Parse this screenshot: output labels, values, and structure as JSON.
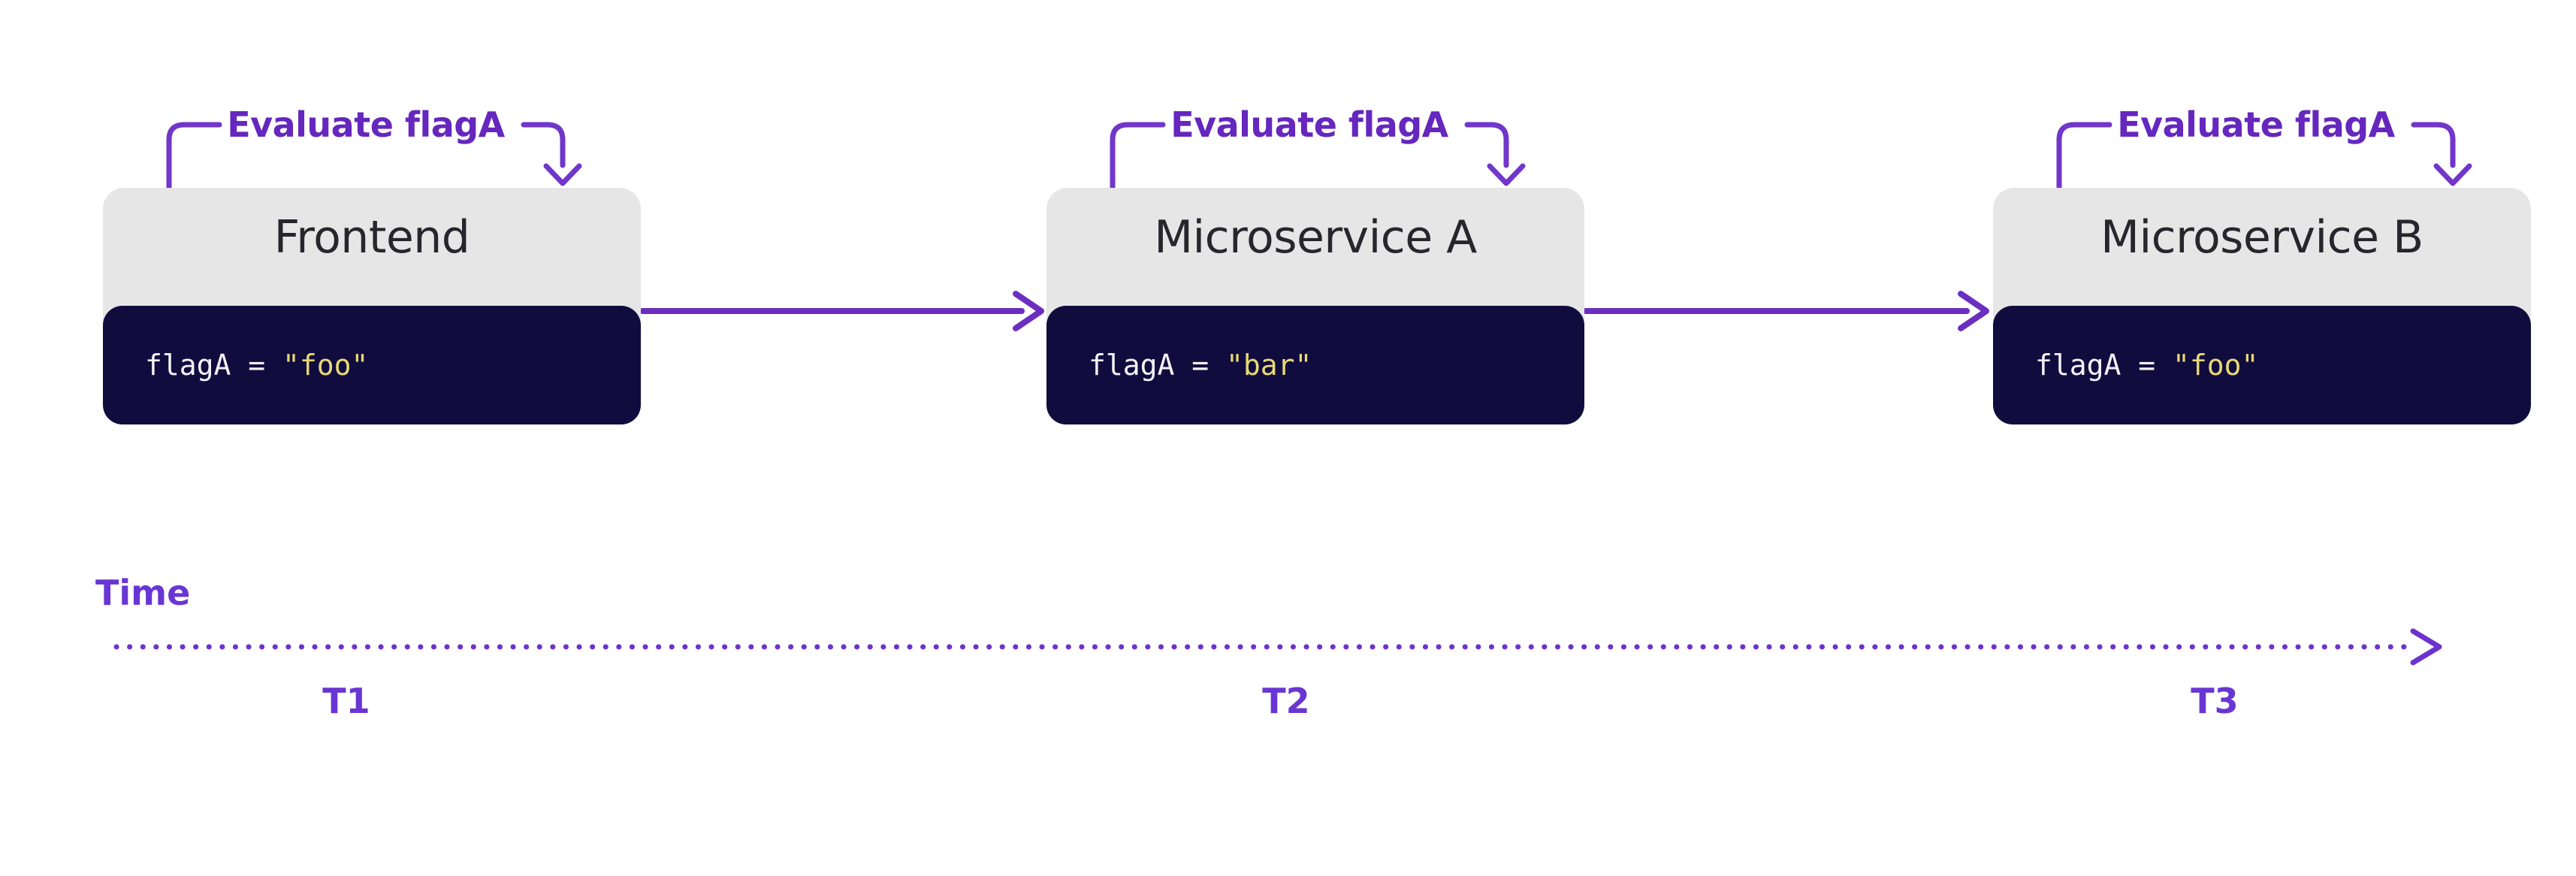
{
  "colors": {
    "background": "#ffffff",
    "card_header_bg": "#e7e6e7",
    "card_code_bg": "#100c3e",
    "title_text": "#27262c",
    "code_text": "#f4f2f7",
    "code_string": "#e8d876",
    "eval_label": "#6527be",
    "bracket_line": "#7136ca",
    "flow_arrow": "#6b2fc0",
    "time_label": "#6936d3",
    "timeline_dots": "#6d32ce"
  },
  "services": [
    {
      "name": "Frontend",
      "annotation": "Evaluate flagA",
      "code_var": "flagA = ",
      "code_value": "\"foo\""
    },
    {
      "name": "Microservice A",
      "annotation": "Evaluate flagA",
      "code_var": "flagA = ",
      "code_value": "\"bar\""
    },
    {
      "name": "Microservice B",
      "annotation": "Evaluate flagA",
      "code_var": "flagA = ",
      "code_value": "\"foo\""
    }
  ],
  "timeline": {
    "label": "Time",
    "ticks": [
      "T1",
      "T2",
      "T3"
    ]
  }
}
